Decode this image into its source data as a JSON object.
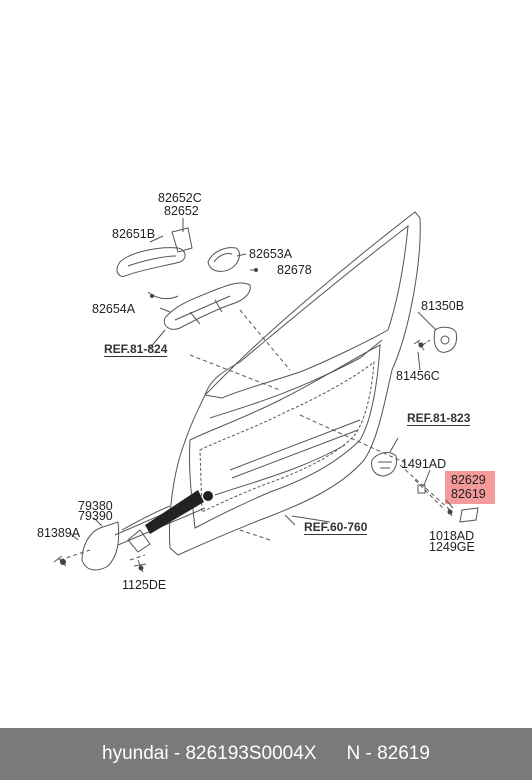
{
  "labels": {
    "p82652C": "82652C",
    "p82652": "82652",
    "p82651B": "82651B",
    "p82653A": "82653A",
    "p82678": "82678",
    "p82654A": "82654A",
    "p81350B": "81350B",
    "p81456C": "81456C",
    "p1491AD": "1491AD",
    "p82629": "82629",
    "p82619": "82619",
    "p79380": "79380",
    "p79390": "79390",
    "p81389A": "81389A",
    "p1018AD": "1018AD",
    "p1249GE": "1249GE",
    "p1125DE": "1125DE"
  },
  "refs": {
    "ref81_824": "REF.81-824",
    "ref81_823": "REF.81-823",
    "ref60_760": "REF.60-760"
  },
  "footer": {
    "part": "hyundai - 826193S0004X",
    "number": "N - 82619"
  },
  "colors": {
    "highlight": "#f49a9a",
    "footer_bg": "#7a7a7a",
    "line": "#555555"
  }
}
